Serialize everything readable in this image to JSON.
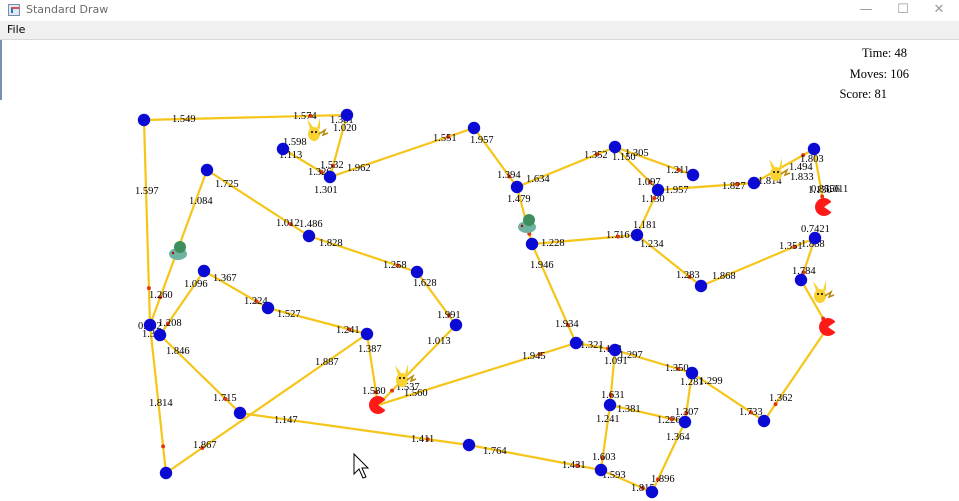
{
  "window": {
    "title": "Standard Draw",
    "minimize": "—",
    "maximize": "☐",
    "close": "✕"
  },
  "menu": {
    "file": "File"
  },
  "stats": {
    "time_label": "Time:",
    "time": "48",
    "moves_label": "Moves:",
    "moves": "106",
    "score_label": "Score:",
    "score": "81"
  },
  "colors": {
    "edge": "#f5c518",
    "node": "#0a0ad4",
    "pacman": "#ff1a1a",
    "fruit_dot": "#e03a10",
    "pikachu": "#f7d230",
    "bulbasaur": "#6fb3a2"
  },
  "edge_labels": [
    "1.549",
    "1.574",
    "1.381",
    "1.020",
    "1.598",
    "1.113",
    "1.532",
    "1.962",
    "1.551",
    "1.957",
    "1.326",
    "1.301",
    "1.597",
    "1.725",
    "1.084",
    "1.012",
    "1.486",
    "1.828",
    "1.258",
    "1.628",
    "1.260",
    "1.096",
    "1.367",
    "1.224",
    "1.527",
    "1.208",
    "1.394",
    "0.982",
    "1.846",
    "1.241",
    "1.387",
    "1.991",
    "1.013",
    "1.887",
    "1.715",
    "1.814",
    "1.147",
    "1.867",
    "1.411",
    "1.764",
    "1.394",
    "1.634",
    "1.479",
    "1.352",
    "1.150",
    "1.305",
    "1.211",
    "1.097",
    "1.957",
    "1.130",
    "1.827",
    "1.814",
    "1.494",
    "1.833",
    "1.803",
    "1.130",
    "1.181",
    "1.716",
    "1.228",
    "1.234",
    "1.946",
    "1.283",
    "1.868",
    "1.351",
    "1.888",
    "1.784",
    "1.934",
    "1.945",
    "1.321",
    "1.133",
    "1.091",
    "1.297",
    "1.350",
    "1.281",
    "1.299",
    "1.631",
    "1.381",
    "1.241",
    "1.226",
    "1.307",
    "1.364",
    "1.431",
    "1.603",
    "1.593",
    "1.896",
    "1.815",
    "1.733",
    "1.362",
    "1.580",
    "1.560",
    "1.537",
    "0.7421",
    "0.8556",
    "1.011"
  ],
  "sprites": {
    "pacman": "pacman-icon",
    "pikachu": "pikachu-icon",
    "bulbasaur": "bulbasaur-icon",
    "cursor": "mouse-cursor-icon"
  }
}
